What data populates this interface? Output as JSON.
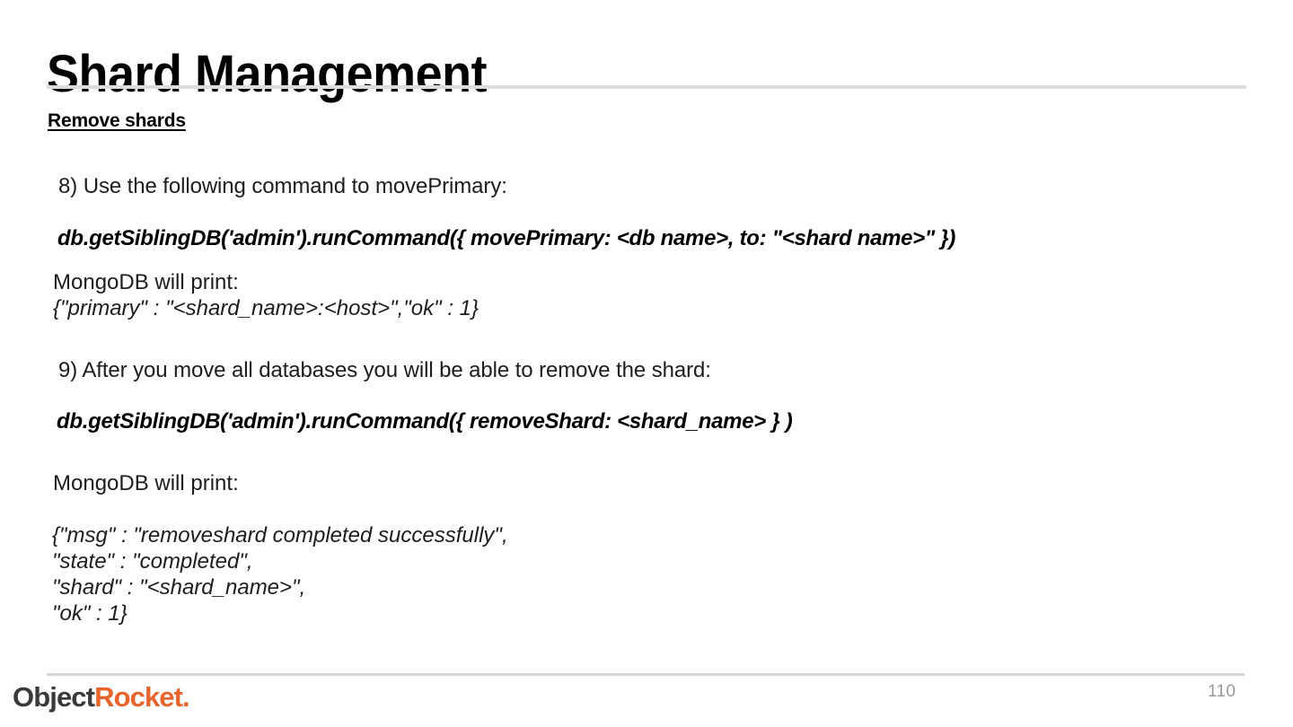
{
  "slide": {
    "title": "Shard Management",
    "section_heading": "Remove shards",
    "steps": {
      "step8_text": "8) Use the following command to movePrimary:",
      "step8_command": "db.getSiblingDB('admin').runCommand({ movePrimary: <db name>, to: \"<shard name>\" })",
      "print_label_1": "MongoDB will print:",
      "output_1": "{\"primary\" : \"<shard_name>:<host>\",\"ok\" : 1}",
      "step9_text": "9) After you move all databases you will be able to remove the shard:",
      "step9_command": "db.getSiblingDB('admin').runCommand({ removeShard: <shard_name> } )",
      "print_label_2": "MongoDB will print:"
    },
    "output_2_lines": [
      "{\"msg\" : \"removeshard completed successfully\",",
      "\"state\" : \"completed\",",
      "\"shard\" : \"<shard_name>\",",
      "\"ok\" : 1}"
    ]
  },
  "footer": {
    "logo_part1": "Object",
    "logo_part2": "Rocket",
    "logo_dot": ".",
    "page_number": "110"
  },
  "colors": {
    "brand_orange": "#e8642b",
    "logo_dark": "#3a3a3a",
    "rule_gray": "#dcdcdc",
    "page_number_gray": "#9a9a9a",
    "text_black": "#1d1d1d"
  }
}
